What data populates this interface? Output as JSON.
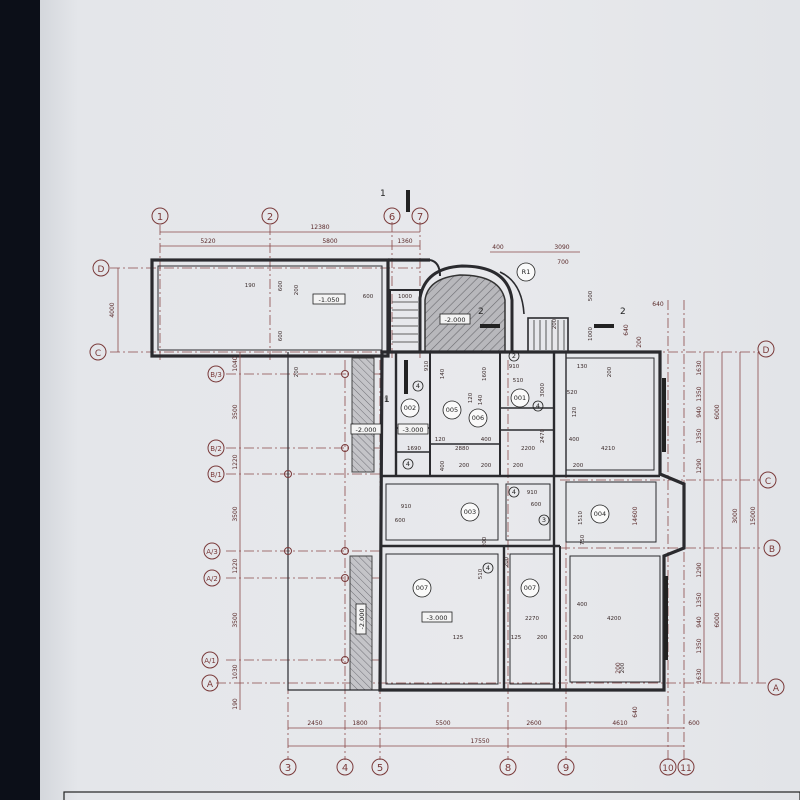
{
  "grid": {
    "top_axes": [
      "1",
      "2",
      "6",
      "7"
    ],
    "bottom_axes": [
      "3",
      "4",
      "5",
      "8",
      "9",
      "10",
      "11"
    ],
    "left_axes": [
      "D",
      "C",
      "В/3",
      "В/2",
      "В/1",
      "А/3",
      "А/2",
      "А/1",
      "А"
    ],
    "right_axes": [
      "D",
      "C",
      "B",
      "A"
    ]
  },
  "section_marks": [
    "1",
    "1",
    "2",
    "2"
  ],
  "top_dimensions": [
    "12380",
    "5220",
    "5800",
    "1360",
    "400",
    "3090",
    "700"
  ],
  "bottom_dimensions": [
    "2450",
    "1800",
    "5500",
    "2600",
    "4610",
    "600",
    "17550"
  ],
  "left_dimensions": [
    "4000",
    "1040",
    "3500",
    "1220",
    "3500",
    "1220",
    "3500",
    "1030",
    "190"
  ],
  "right_dimensions": [
    "1630",
    "1350",
    "940",
    "1350",
    "1290",
    "3000",
    "6000",
    "15000",
    "14600",
    "1290",
    "1350",
    "940",
    "1350",
    "1630",
    "6000",
    "640",
    "640",
    "640",
    "200",
    "200"
  ],
  "inner_dimensions": [
    "190",
    "600",
    "200",
    "600",
    "1000",
    "600",
    "500",
    "1000",
    "910",
    "140",
    "1600",
    "510",
    "3000",
    "910",
    "120",
    "130",
    "520",
    "120",
    "140",
    "200",
    "1690",
    "120",
    "2880",
    "400",
    "2200",
    "2470",
    "400",
    "4210",
    "400",
    "200",
    "200",
    "200",
    "200",
    "910",
    "910",
    "600",
    "1510",
    "600",
    "200",
    "750",
    "510",
    "200",
    "2270",
    "400",
    "4200",
    "125",
    "125",
    "200",
    "200",
    "200",
    "200",
    "200"
  ],
  "rooms": [
    "001",
    "002",
    "003",
    "004",
    "005",
    "006",
    "007",
    "007",
    "R1"
  ],
  "levels": [
    "-1.050",
    "-2.000",
    "-2.000",
    "-3.000",
    "-3.000",
    "-2.000"
  ],
  "circled_marks": [
    "1",
    "2",
    "3",
    "4",
    "4",
    "4",
    "4",
    "4"
  ]
}
